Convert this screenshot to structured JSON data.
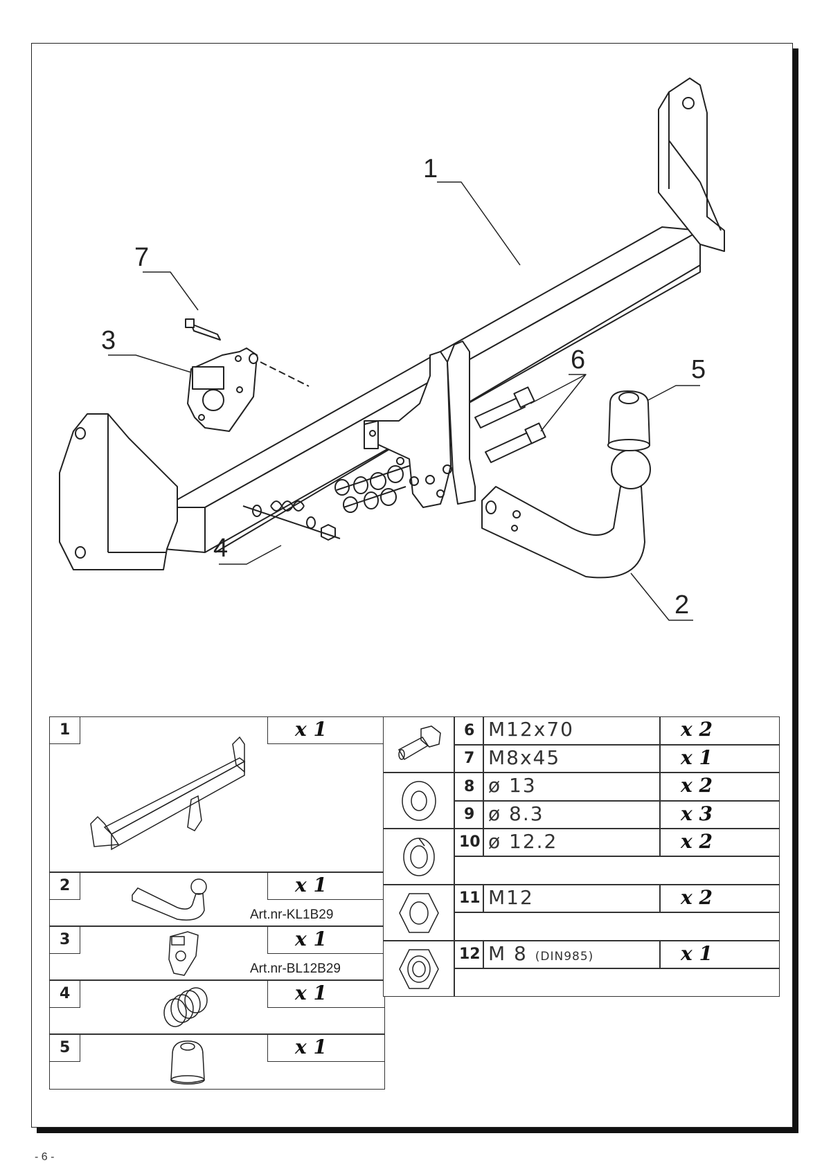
{
  "page_number": "- 6 -",
  "callouts": {
    "c1": "1",
    "c2": "2",
    "c3": "3",
    "c4": "4",
    "c5": "5",
    "c6": "6",
    "c7": "7"
  },
  "parts_left": [
    {
      "number": "1",
      "quantity": "x 1",
      "article": ""
    },
    {
      "number": "2",
      "quantity": "x 1",
      "article": "Art.nr-KL1B29"
    },
    {
      "number": "3",
      "quantity": "x 1",
      "article": "Art.nr-BL12B29"
    },
    {
      "number": "4",
      "quantity": "x 1",
      "article": ""
    },
    {
      "number": "5",
      "quantity": "x 1",
      "article": ""
    }
  ],
  "parts_right": [
    {
      "number": "6",
      "spec": "M12x70",
      "spec_note": "",
      "quantity": "x 2",
      "icon": "bolt-icon"
    },
    {
      "number": "7",
      "spec": "M8x45",
      "spec_note": "",
      "quantity": "x 1",
      "icon": "bolt-icon"
    },
    {
      "number": "8",
      "spec": "ø 13",
      "spec_note": "",
      "quantity": "x 2",
      "icon": "flat-washer-icon"
    },
    {
      "number": "9",
      "spec": "ø 8.3",
      "spec_note": "",
      "quantity": "x 3",
      "icon": "flat-washer-icon"
    },
    {
      "number": "10",
      "spec": "ø 12.2",
      "spec_note": "",
      "quantity": "x 2",
      "icon": "spring-washer-icon"
    },
    {
      "number": "11",
      "spec": "M12",
      "spec_note": "",
      "quantity": "x 2",
      "icon": "hex-nut-icon"
    },
    {
      "number": "12",
      "spec": "M 8",
      "spec_note": "(DIN985)",
      "quantity": "x 1",
      "icon": "lock-nut-icon"
    }
  ]
}
